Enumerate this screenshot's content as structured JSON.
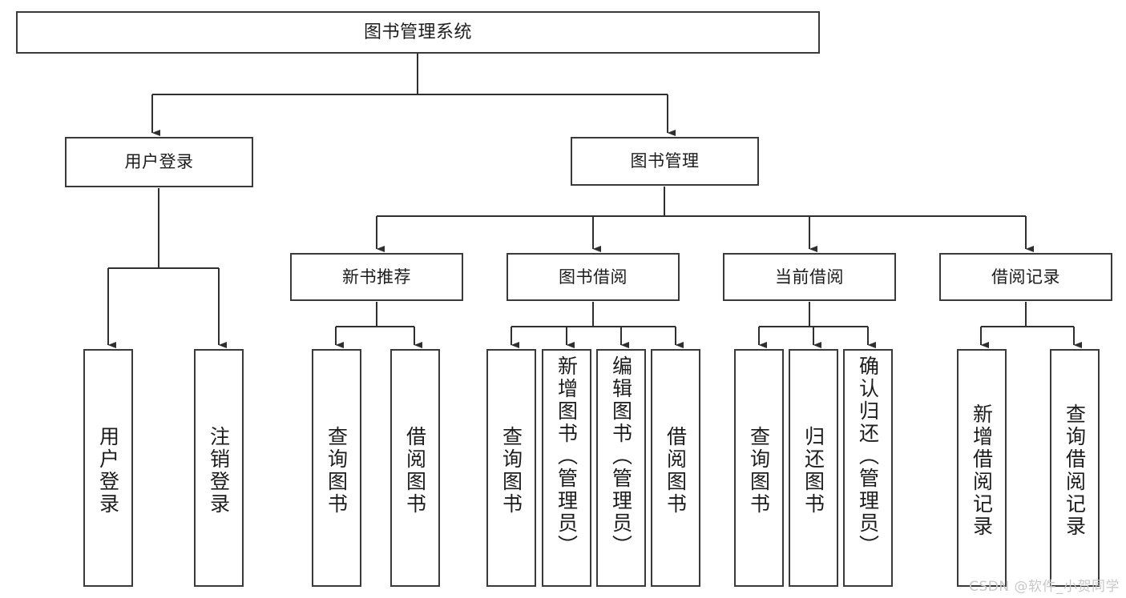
{
  "diagram": {
    "type": "tree-hierarchy-chart",
    "title": "图书管理系统",
    "colors": {
      "background": "#ffffff",
      "box_border": "#3a3a3a",
      "box_fill": "#ffffff",
      "edge": "#2f2f2f",
      "text": "#1c1c1c",
      "watermark": "#c8c8c8"
    },
    "nodes": {
      "root": {
        "label": "图书管理系统"
      },
      "level2": [
        {
          "id": "user-login",
          "label": "用户登录"
        },
        {
          "id": "book-manage",
          "label": "图书管理"
        }
      ],
      "level3": [
        {
          "id": "new-book-recommend",
          "label": "新书推荐"
        },
        {
          "id": "book-borrow",
          "label": "图书借阅"
        },
        {
          "id": "current-borrow",
          "label": "当前借阅"
        },
        {
          "id": "borrow-record",
          "label": "借阅记录"
        }
      ],
      "leaves": {
        "user_login": [
          {
            "id": "leaf-user-login",
            "label": "用户登录"
          },
          {
            "id": "leaf-logout-login",
            "label": "注销登录"
          }
        ],
        "new_book_recommend": [
          {
            "id": "leaf-query-book-1",
            "label": "查询图书"
          },
          {
            "id": "leaf-borrow-book-1",
            "label": "借阅图书"
          }
        ],
        "book_borrow": [
          {
            "id": "leaf-query-book-2",
            "label": "查询图书"
          },
          {
            "id": "leaf-add-book",
            "label": "新增图书（管理员）"
          },
          {
            "id": "leaf-edit-book",
            "label": "编辑图书（管理员）"
          },
          {
            "id": "leaf-borrow-book-2",
            "label": "借阅图书"
          }
        ],
        "current_borrow": [
          {
            "id": "leaf-query-book-3",
            "label": "查询图书"
          },
          {
            "id": "leaf-return-book",
            "label": "归还图书"
          },
          {
            "id": "leaf-confirm-return",
            "label": "确认归还（管理员）"
          }
        ],
        "borrow_record": [
          {
            "id": "leaf-add-record",
            "label": "新增借阅记录"
          },
          {
            "id": "leaf-query-record",
            "label": "查询借阅记录"
          }
        ]
      }
    },
    "watermark": "CSDN @软件_小贺同学"
  }
}
